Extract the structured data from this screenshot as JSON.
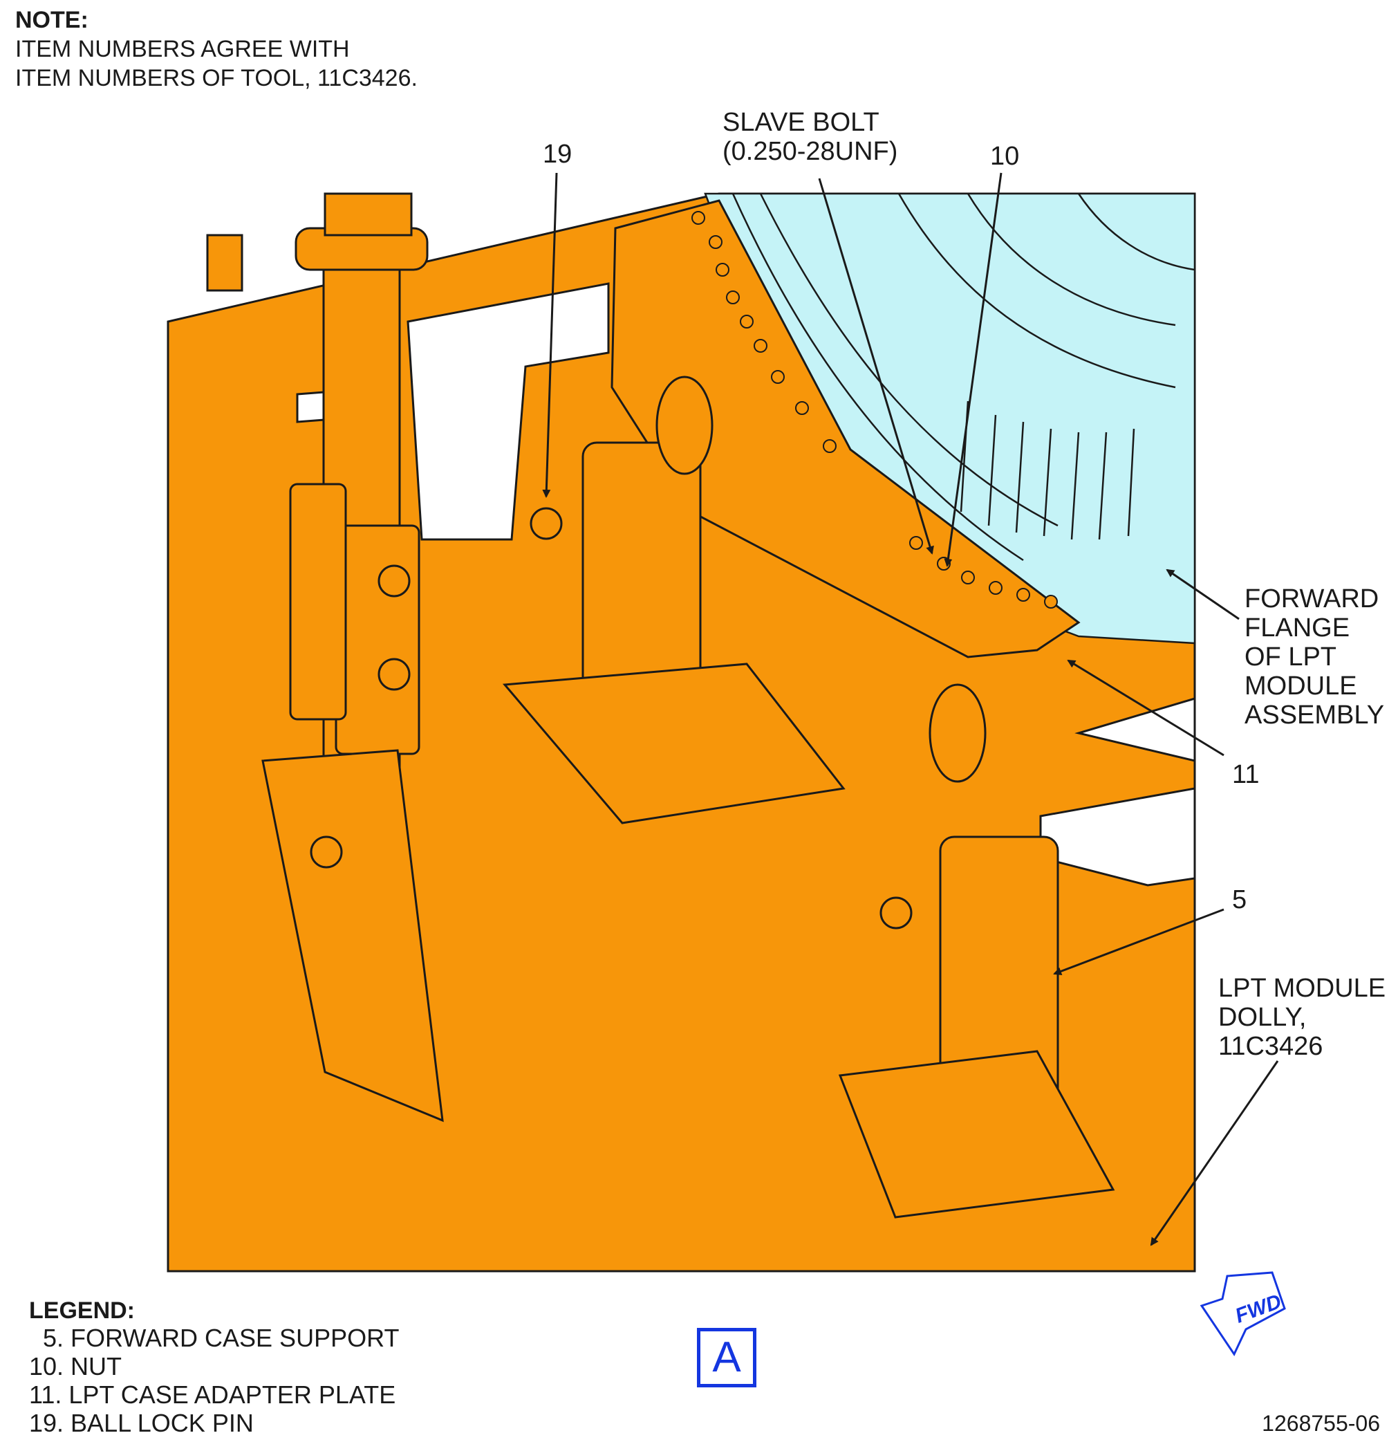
{
  "note": {
    "title": "NOTE:",
    "lines": [
      "ITEM NUMBERS AGREE WITH",
      "ITEM NUMBERS OF TOOL, 11C3426."
    ]
  },
  "callouts": {
    "item_19": "19",
    "slave_bolt_line1": "SLAVE BOLT",
    "slave_bolt_line2": "(0.250-28UNF)",
    "item_10": "10",
    "forward_flange": [
      "FORWARD",
      "FLANGE",
      "OF LPT",
      "MODULE",
      "ASSEMBLY"
    ],
    "item_11": "11",
    "item_5": "5",
    "dolly": [
      "LPT MODULE",
      "DOLLY,",
      "11C3426"
    ]
  },
  "legend": {
    "title": "LEGEND:",
    "items": [
      "  5. FORWARD CASE SUPPORT",
      "10. NUT",
      "11. LPT CASE ADAPTER PLATE",
      "19. BALL LOCK PIN"
    ]
  },
  "view_label": "A",
  "fwd_label": "FWD",
  "figure_number": "1268755-06",
  "colors": {
    "tool": "#f7960a",
    "module": "#c5f3f7",
    "line": "#1a1a1a",
    "view_border": "#1436e0"
  }
}
